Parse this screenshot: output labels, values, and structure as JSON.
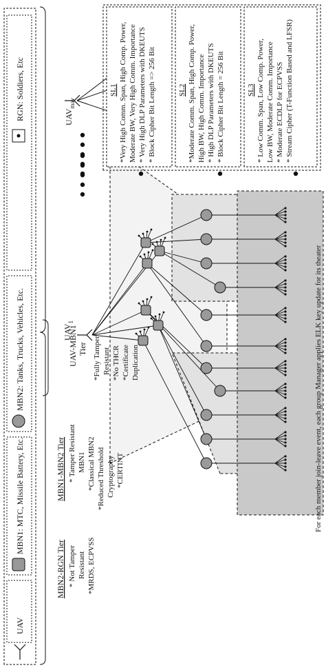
{
  "legend": {
    "uav": "UAV",
    "mbn1": "MBN1: MTC, Missile Battery, Etc.",
    "mbn2": "MBN2: Tanks, Trucks, Vehicles, Etc.",
    "rgn": "RGN: Soldiers, Etc"
  },
  "nodes": {
    "uav1": "UAV",
    "uav1_sub": "1",
    "uavmav": "UAV",
    "uavmav_sub": "mav"
  },
  "tiers": {
    "uav_mbn1": [
      "UAV-MBN1",
      "Tier"
    ],
    "mbn1_mbn2": "MBN1-MBN2 Tier",
    "mbn2_rgn": "MBN2-RGN Tier"
  },
  "notes": {
    "uav_mbn1": [
      "*Fully Tamper",
      "Resistant",
      "*No THCR",
      "*Certificate",
      "Duplication"
    ],
    "mbn1_mbn2": [
      "* Tamper Resistant",
      "MBN1",
      "*Classical MBN2",
      "*Reduced Threshold",
      "Cryptography",
      "*CERTINT"
    ],
    "mbn2_rgn": [
      "* Not Tamper",
      "Resistant",
      "*MRDS, ECPVSS"
    ]
  },
  "security_levels": [
    {
      "title": "SL1",
      "lines": [
        "*Very High Comm. Span, High Comp. Power,",
        "Moderate BW, Very High Comm. Importance",
        "* Very High DLP Parameters with DKEUTS",
        "* Block Cipher Bit Length => 256 Bit"
      ]
    },
    {
      "title": "SL2",
      "lines": [
        "*Moderate Comm. Span, High Comp. Power,",
        "High BW, High Comm. Importance",
        "* High DLP Parameters with DKEUTS",
        "* Block Cipher Bit Length = 256 Bit"
      ]
    },
    {
      "title": "SL3",
      "lines": [
        "* Low Comm. Span, Low Comp. Power,",
        "Low BW, Moderate Comm. Importance",
        "* Moderate ECDLP for ECPVSS",
        "* Stream Cipher (T-Function Based and LFSR)"
      ]
    }
  ],
  "footer": "For each member join-leave event, each group Manager applies ELK key update for its theater"
}
